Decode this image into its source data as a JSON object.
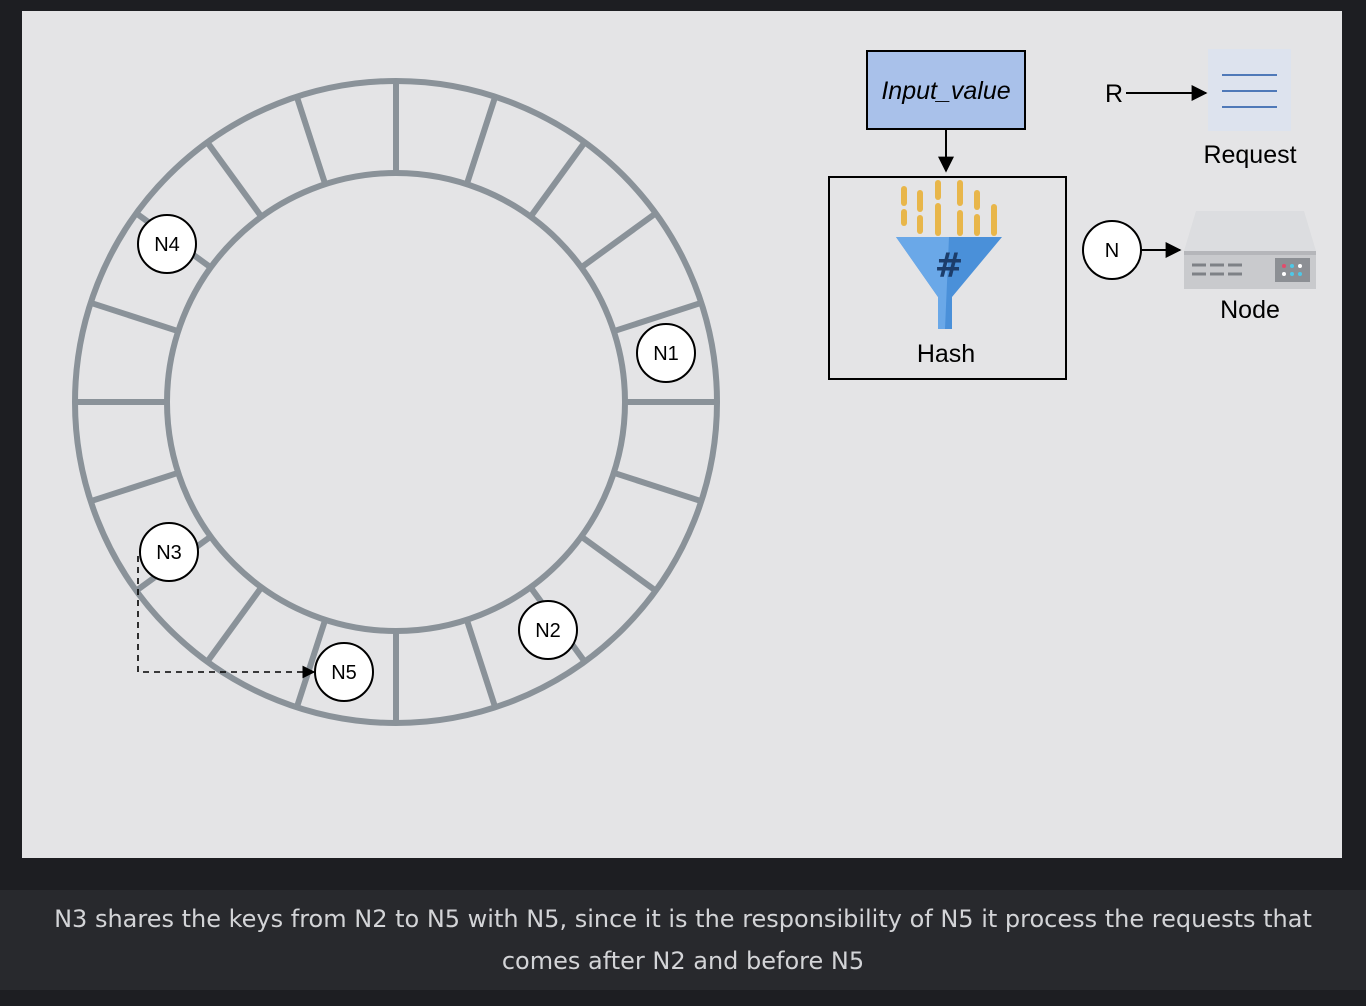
{
  "diagram": {
    "ring_nodes": [
      {
        "id": "n4",
        "label": "N4"
      },
      {
        "id": "n1",
        "label": "N1"
      },
      {
        "id": "n3",
        "label": "N3"
      },
      {
        "id": "n2",
        "label": "N2"
      },
      {
        "id": "n5",
        "label": "N5"
      }
    ],
    "legend": {
      "input_label": "Input_value",
      "hash_label": "Hash",
      "request_symbol": "R",
      "request_label": "Request",
      "node_symbol": "N",
      "node_label": "Node"
    },
    "colors": {
      "ring": "#8a9299",
      "input_box": "#a9c1ea",
      "funnel": "#4a90d9",
      "grains": "#e8b64a",
      "request_lines": "#4f79b8",
      "server": "#c9cacd"
    }
  },
  "caption": {
    "text": "N3 shares the keys from N2 to N5 with N5, since it is the responsibility of N5 it process the requests that comes after N2 and before N5"
  }
}
